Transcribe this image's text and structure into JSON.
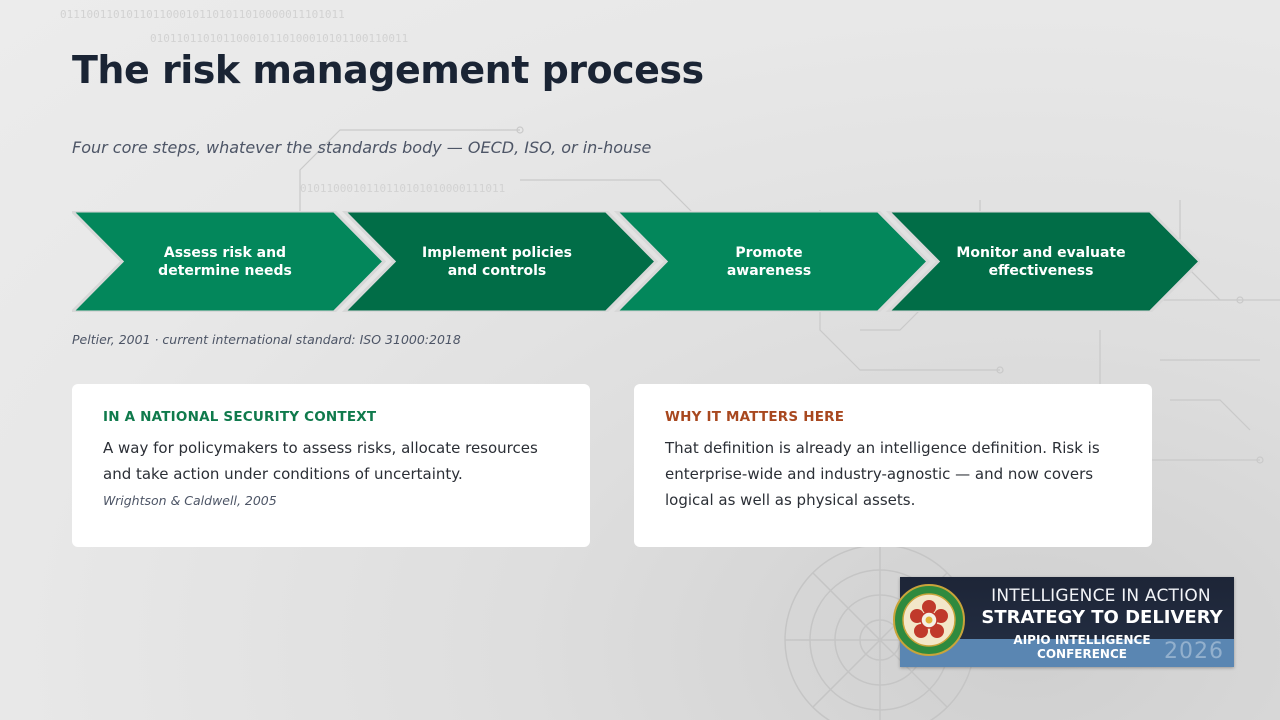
{
  "slide": {
    "title": "The risk management process",
    "subtitle": "Four core steps, whatever the standards body — OECD, ISO, or in-house",
    "source": "Peltier, 2001  ·  current international standard: ISO 31000:2018"
  },
  "steps": [
    {
      "label": "Assess risk and\ndetermine needs",
      "color": "#03875b"
    },
    {
      "label": "Implement policies\nand controls",
      "color": "#016d47"
    },
    {
      "label": "Promote\nawareness",
      "color": "#03875b"
    },
    {
      "label": "Monitor and evaluate\neffectiveness",
      "color": "#016d47"
    }
  ],
  "cards": {
    "left": {
      "heading": "IN A NATIONAL SECURITY CONTEXT",
      "body": "A way for policymakers to assess risks, allocate resources and take action under conditions of uncertainty.",
      "citation": "Wrightson & Caldwell, 2005"
    },
    "right": {
      "heading": "WHY IT MATTERS HERE",
      "body": "That definition is already an intelligence definition. Risk is enterprise-wide and industry-agnostic — and now covers logical as well as physical assets."
    }
  },
  "badge": {
    "line1": "INTELLIGENCE IN ACTION",
    "line2": "STRATEGY TO DELIVERY",
    "line3": "AIPIO INTELLIGENCE CONFERENCE",
    "year": "2026"
  },
  "colors": {
    "title": "#1a2434",
    "accent_green": "#0f7a4c",
    "accent_orange": "#a8481f",
    "badge_navy": "#1d2537",
    "badge_blue": "#5a86b2"
  },
  "icons": {
    "seal": "conference-seal-icon",
    "background": "circuit-board-pattern"
  }
}
